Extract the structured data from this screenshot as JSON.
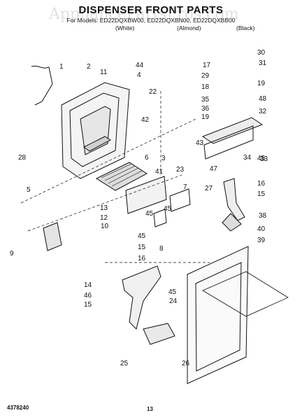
{
  "header": {
    "title": "DISPENSER FRONT PARTS",
    "subtitle": "For Models: ED22DQXBW00, ED22DQXBN00, ED22DQXBB00",
    "variant_white": "(White)",
    "variant_almond": "(Almond)",
    "variant_black": "(Black)",
    "watermark": "AppliancePartsPros.com"
  },
  "footer": {
    "doc_number": "4378240",
    "page_number": "13"
  },
  "callouts": [
    "1",
    "2",
    "11",
    "44",
    "4",
    "22",
    "42",
    "43",
    "5",
    "6",
    "3",
    "23",
    "41",
    "28",
    "13",
    "7",
    "27",
    "45",
    "8",
    "9",
    "10",
    "12",
    "45",
    "15",
    "16",
    "14",
    "46",
    "15",
    "45",
    "24",
    "25",
    "26",
    "17",
    "29",
    "30",
    "31",
    "18",
    "35",
    "19",
    "48",
    "36",
    "19",
    "32",
    "34",
    "33",
    "45",
    "16",
    "15",
    "38",
    "40",
    "39",
    "45",
    "47"
  ]
}
